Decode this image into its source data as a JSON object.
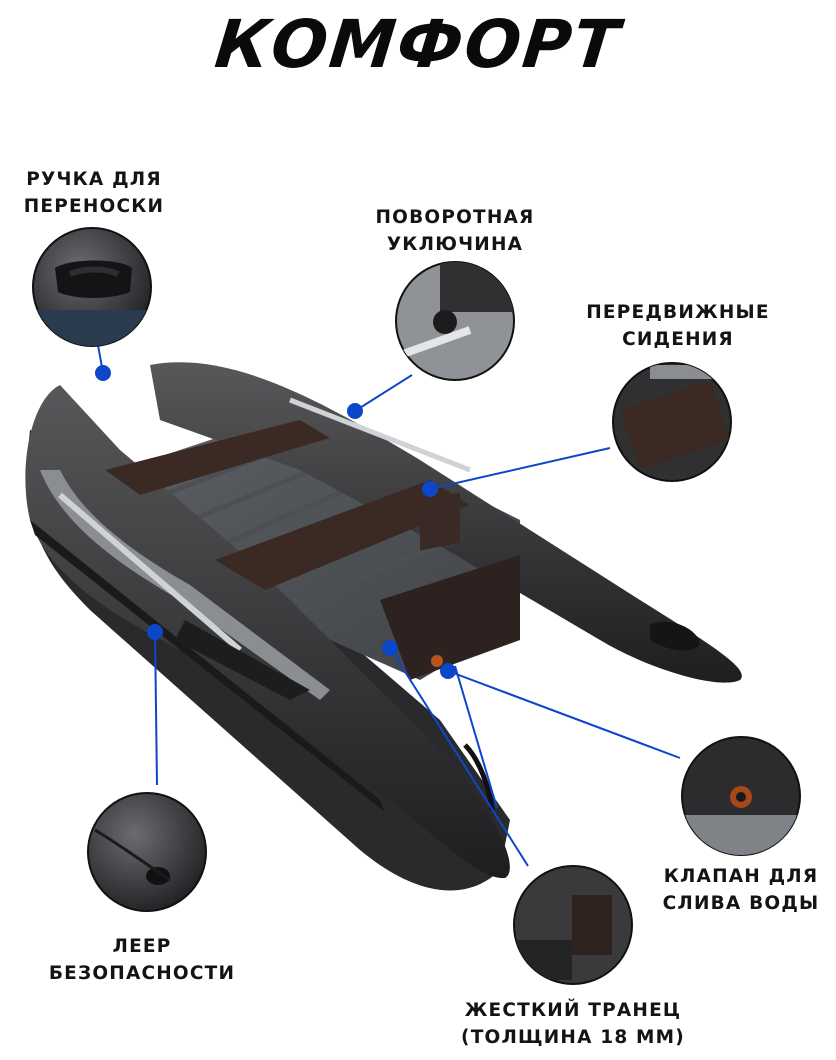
{
  "title": "КОМФОРТ",
  "colors": {
    "accent": "#0d47c9",
    "hull": "#3b3b3d",
    "hull_dark": "#242426",
    "floor": "#6e7277",
    "seat": "#3b2a24"
  },
  "features": {
    "carry_handle": {
      "line1": "РУЧКА ДЛЯ",
      "line2": "ПЕРЕНОСКИ"
    },
    "oarlock": {
      "line1": "ПОВОРОТНАЯ",
      "line2": "УКЛЮЧИНА"
    },
    "seats": {
      "line1": "ПЕРЕДВИЖНЫЕ",
      "line2": "СИДЕНИЯ"
    },
    "drain_valve": {
      "line1": "КЛАПАН ДЛЯ",
      "line2": "СЛИВА ВОДЫ"
    },
    "transom": {
      "line1": "ЖЕСТКИЙ ТРАНЕЦ",
      "line2": "(ТОЛЩИНА 18 ММ)"
    },
    "safety_rope": {
      "line1": "ЛЕЕР",
      "line2": "БЕЗОПАСНОСТИ"
    }
  }
}
